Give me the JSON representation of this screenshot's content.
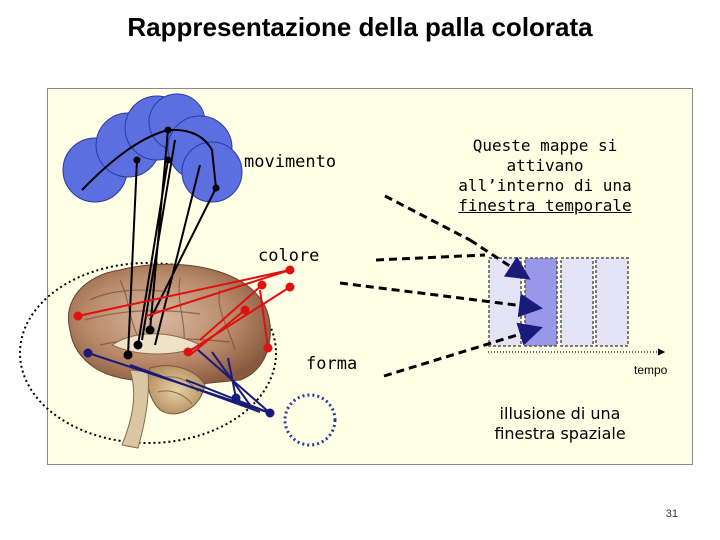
{
  "slide": {
    "title": "Rappresentazione della palla colorata",
    "page_number": "31"
  },
  "labels": {
    "movimento": "movimento",
    "colore": "colore",
    "forma": "forma",
    "mappe_line1": "Queste mappe si",
    "mappe_line2": "attivano",
    "mappe_line3": "all’interno di una",
    "mappe_line4": "finestra temporale",
    "tempo": "tempo",
    "illusione_line1": "illusione di una",
    "illusione_line2": "finestra spaziale"
  },
  "colors": {
    "panel_bg": "#ffffe6",
    "motion_circles": "#5b6fe0",
    "color_lines": "#e01010",
    "form_lines": "#1a1a7a",
    "time_window_active": "#9898e8",
    "time_window": "#e4e4f6"
  }
}
